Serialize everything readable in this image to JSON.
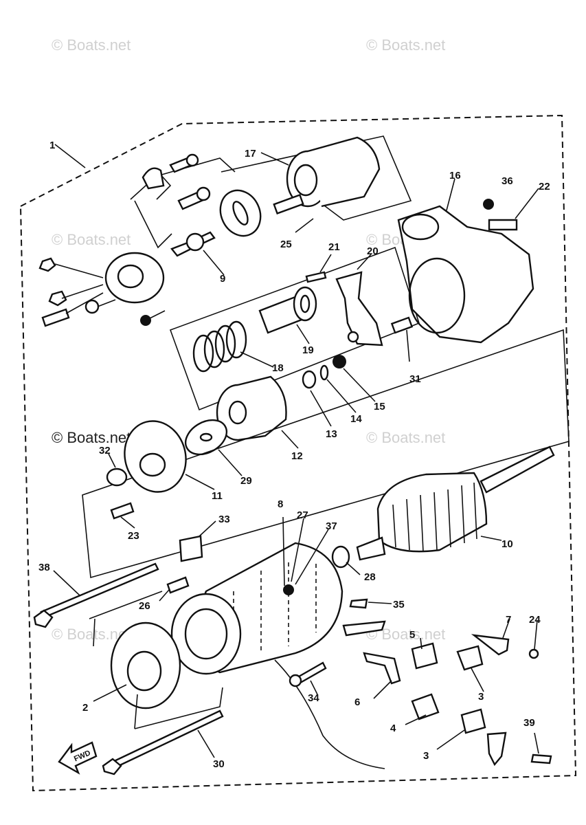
{
  "watermark": {
    "text": "© Boats.net"
  },
  "fwd_label": "FWD",
  "callouts": [
    {
      "id": "c1",
      "label": "1"
    },
    {
      "id": "c2",
      "label": "2"
    },
    {
      "id": "c3a",
      "label": "3"
    },
    {
      "id": "c3b",
      "label": "3"
    },
    {
      "id": "c4",
      "label": "4"
    },
    {
      "id": "c5",
      "label": "5"
    },
    {
      "id": "c6",
      "label": "6"
    },
    {
      "id": "c7",
      "label": "7"
    },
    {
      "id": "c8",
      "label": "8"
    },
    {
      "id": "c9",
      "label": "9"
    },
    {
      "id": "c10",
      "label": "10"
    },
    {
      "id": "c11",
      "label": "11"
    },
    {
      "id": "c12",
      "label": "12"
    },
    {
      "id": "c13",
      "label": "13"
    },
    {
      "id": "c14",
      "label": "14"
    },
    {
      "id": "c15",
      "label": "15"
    },
    {
      "id": "c16",
      "label": "16"
    },
    {
      "id": "c17",
      "label": "17"
    },
    {
      "id": "c18",
      "label": "18"
    },
    {
      "id": "c19",
      "label": "19"
    },
    {
      "id": "c20",
      "label": "20"
    },
    {
      "id": "c21",
      "label": "21"
    },
    {
      "id": "c22",
      "label": "22"
    },
    {
      "id": "c23",
      "label": "23"
    },
    {
      "id": "c24",
      "label": "24"
    },
    {
      "id": "c25",
      "label": "25"
    },
    {
      "id": "c26",
      "label": "26"
    },
    {
      "id": "c27",
      "label": "27"
    },
    {
      "id": "c28",
      "label": "28"
    },
    {
      "id": "c29",
      "label": "29"
    },
    {
      "id": "c30",
      "label": "30"
    },
    {
      "id": "c31",
      "label": "31"
    },
    {
      "id": "c32",
      "label": "32"
    },
    {
      "id": "c33",
      "label": "33"
    },
    {
      "id": "c34",
      "label": "34"
    },
    {
      "id": "c35",
      "label": "35"
    },
    {
      "id": "c36",
      "label": "36"
    },
    {
      "id": "c37",
      "label": "37"
    },
    {
      "id": "c38",
      "label": "38"
    },
    {
      "id": "c39",
      "label": "39"
    }
  ]
}
